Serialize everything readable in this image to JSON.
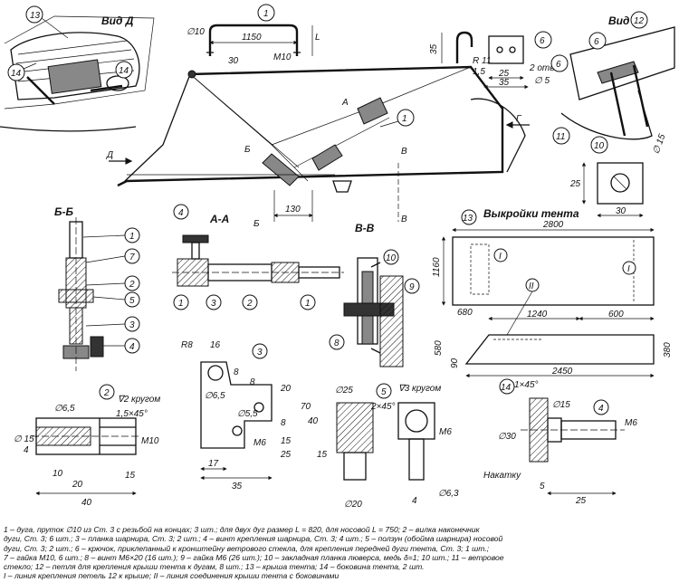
{
  "views": {
    "vid_d": "Вид Д",
    "vid_g": "Вид Г",
    "section_bb": "Б-Б",
    "section_aa": "А-А",
    "section_vv": "В-В",
    "patterns_title": "Выкройки тента"
  },
  "callouts": [
    "1",
    "2",
    "3",
    "4",
    "5",
    "6",
    "7",
    "8",
    "9",
    "10",
    "11",
    "12",
    "13",
    "14",
    "I",
    "II"
  ],
  "cuts": {
    "A": "А",
    "B": "Б",
    "V": "В",
    "G": "Г",
    "D": "Д"
  },
  "dims": {
    "d10": "∅10",
    "w1150": "1150",
    "h30": "30",
    "L": "L",
    "m10": "M10",
    "h35": "35",
    "r11": "R 11",
    "t15": "1,5",
    "w25": "25",
    "w35": "35",
    "holes": "2 отв.",
    "d5": "∅ 5",
    "d15": "∅ 15",
    "s25": "25",
    "s30": "30",
    "s130": "130",
    "p2800": "2800",
    "p1160": "1160",
    "p680": "680",
    "p1240": "1240",
    "p600": "600",
    "p580": "580",
    "p380": "380",
    "p90": "90",
    "p2450": "2450",
    "r8": "R8",
    "p16": "16",
    "p8": "8",
    "p20": "20",
    "p70": "70",
    "p15": "15",
    "p25": "25",
    "p17": "17",
    "p35": "35",
    "d65": "∅6,5",
    "d55": "∅5,5",
    "m6": "M6",
    "k2krug": "∇2 кругом",
    "ch15": "1,5×45°",
    "d65b": "∅6,5",
    "k4": "4",
    "m10b": "M10",
    "l10": "10",
    "l20": "20",
    "l15": "15",
    "l40": "40",
    "d25": "∅25",
    "ch2": "2×45°",
    "k3krug": "∇3 кругом",
    "h40": "40",
    "h15": "15",
    "d20": "∅20",
    "k4b": "4",
    "d63": "∅6,3",
    "m6b": "M6",
    "ch1": "1×45°",
    "d15b": "∅15",
    "d30": "∅30",
    "m6c": "M6",
    "nakatku": "Накатку",
    "f5": "5",
    "f25": "25"
  },
  "legend": {
    "line1": "1 – дуга, пруток ∅10 из Ст. 3 с резьбой на концах; 3 шт.; для двух дуг размер L = 820, для носовой L = 750; 2 – вилка наконечник",
    "line2": "дуги, Ст. 3; 6 шт.; 3 – планка шарнира, Ст. 3; 2 шт.; 4 – винт крепления шарнира, Ст. 3; 4 шт.; 5 – ползун (обойма шарнира) носовой",
    "line3": "дуги, Ст. 3; 2 шт.; 6 – крючок, приклепанный к кронштейну ветрового стекла, для крепления передней дуги тента, Ст. 3; 1 шт.;",
    "line4": "7 – гайка М10, 6 шт.; 8 – винт М6×20 (16 шт.); 9 – гайка М6 (26 шт.); 10 – закладная планка люверса, медь δ=1; 10 шт.; 11 – ветровое",
    "line5": "стекло; 12 – петля для крепления крыши тента к дугам, 8 шт.; 13 – крыша тента; 14 – боковина тента, 2 шт.",
    "line6": "I – линия крепления петель 12 к крыше; II – линия соединения крыши тента с боковинами"
  }
}
